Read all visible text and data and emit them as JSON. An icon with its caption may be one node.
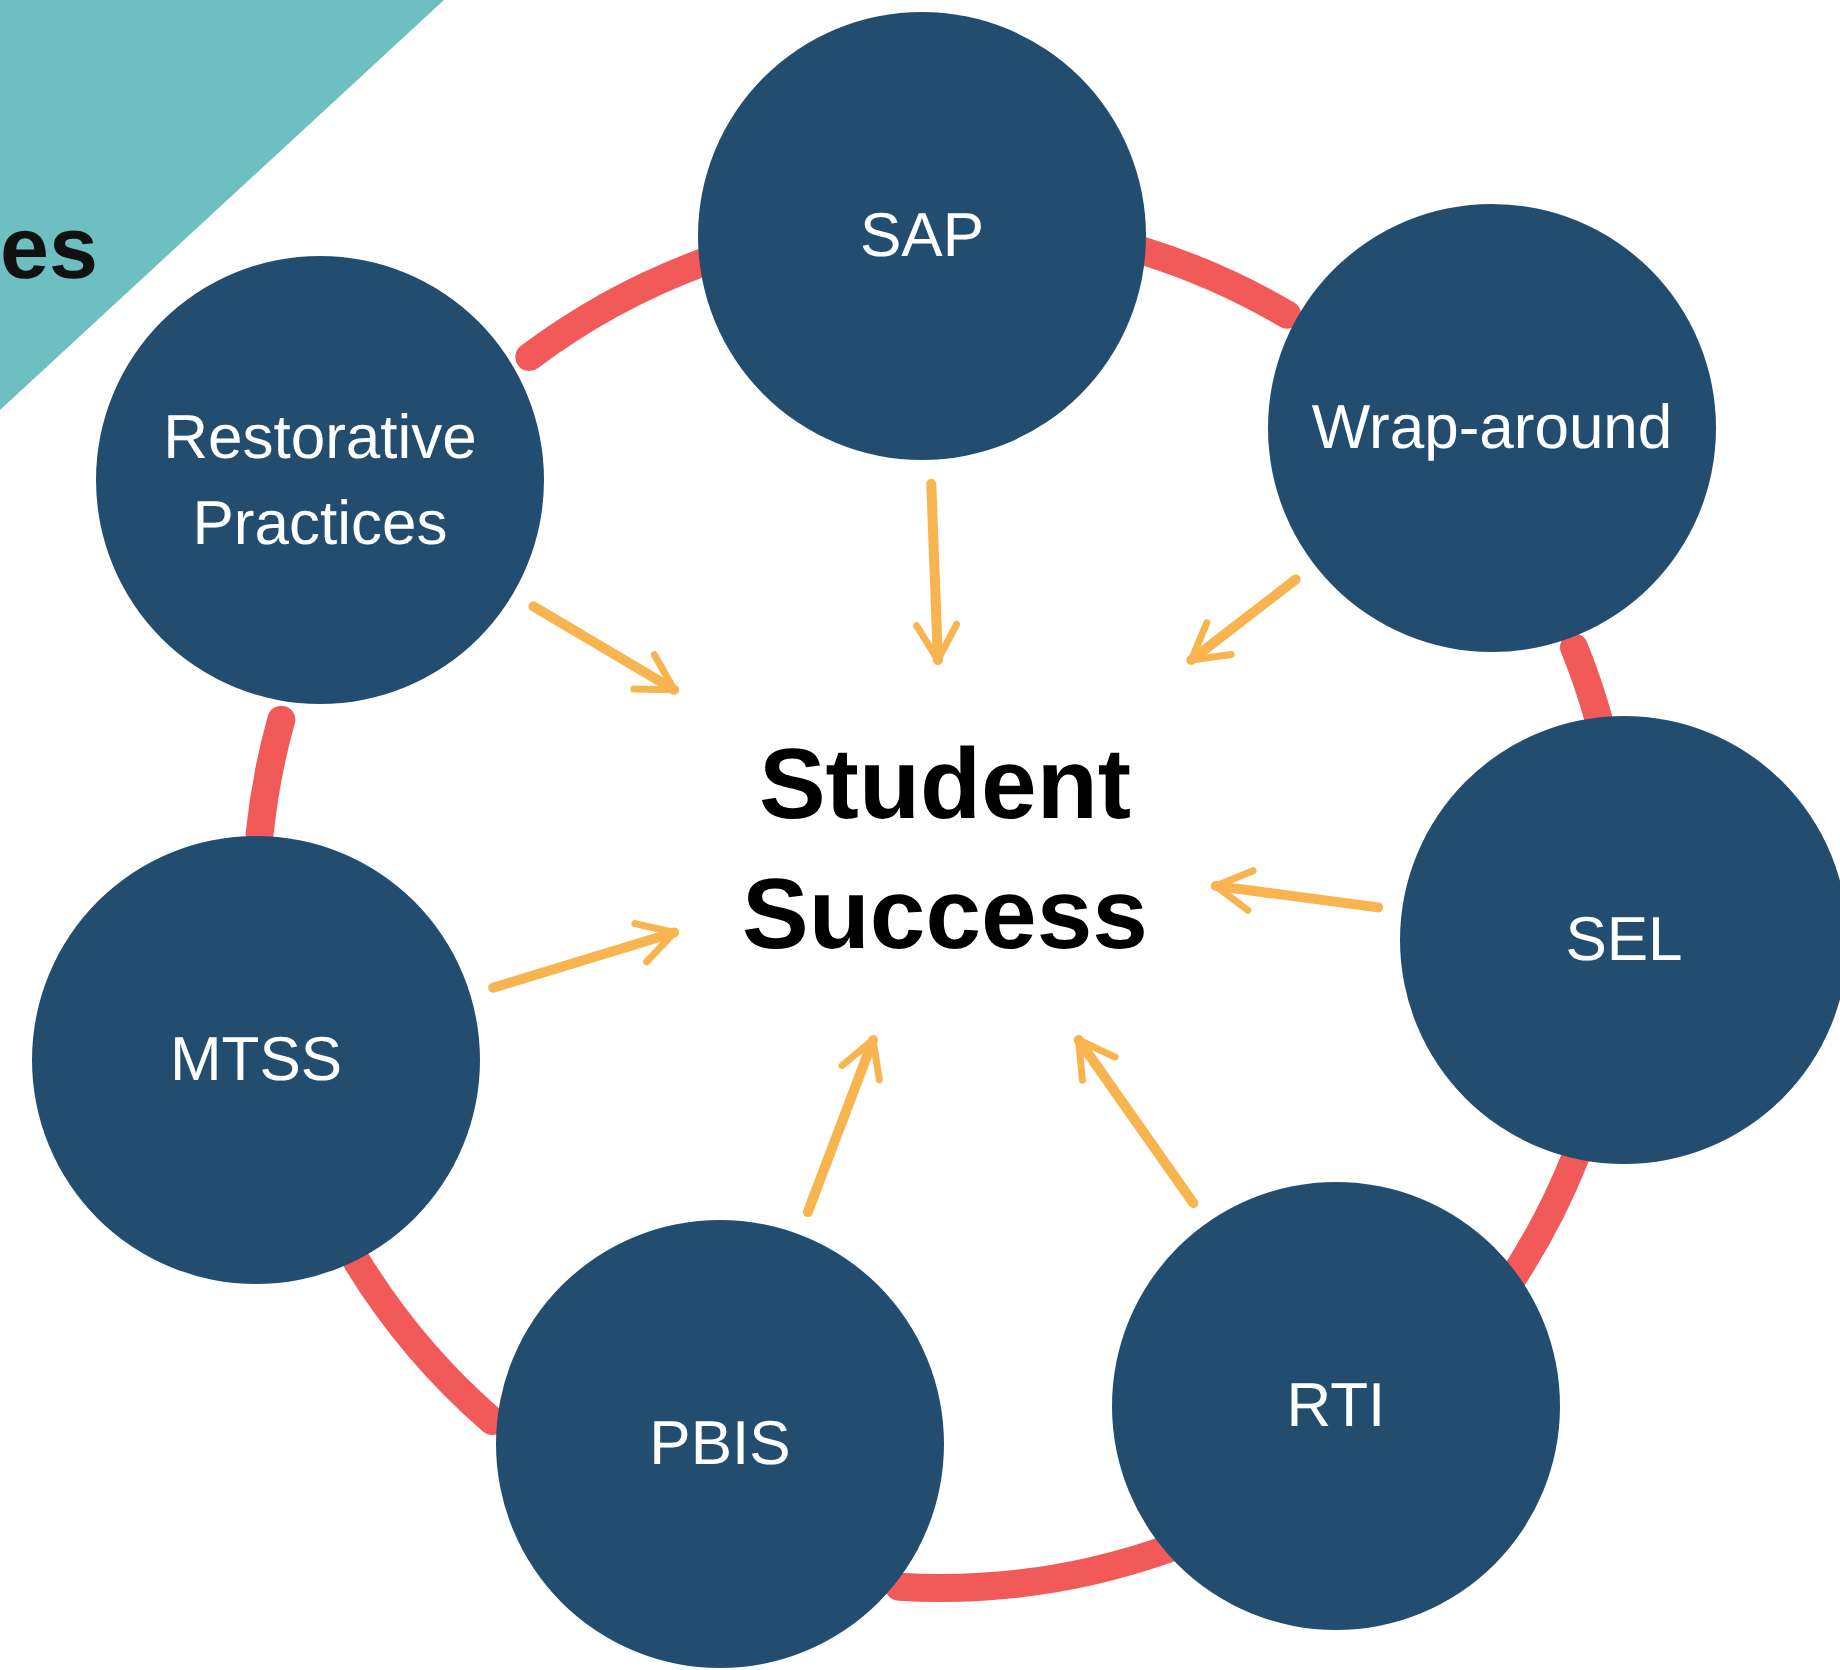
{
  "diagram": {
    "nodes": [
      {
        "text": [
          "SAP"
        ]
      },
      {
        "text": [
          "Restorative Practices"
        ]
      },
      {
        "text": [
          "Wrap-around"
        ]
      },
      {
        "text": [
          "Student Success"
        ]
      },
      {
        "text": [
          "SEL"
        ]
      },
      {
        "text": [
          "MTSS"
        ]
      },
      {
        "text": [
          "RTI"
        ]
      },
      {
        "text": [
          "PBIS"
        ]
      }
    ],
    "edges": [
      {
        "from": 0,
        "to": 2,
        "arrow": "none",
        "style": "thick",
        "color": "#f25a5a"
      },
      {
        "from": 2,
        "to": 4,
        "arrow": "none",
        "style": "thick",
        "color": "#f25a5a"
      },
      {
        "from": 4,
        "to": 6,
        "arrow": "none",
        "style": "thick",
        "color": "#f25a5a"
      },
      {
        "from": 6,
        "to": 7,
        "arrow": "none",
        "style": "thick",
        "color": "#f25a5a"
      },
      {
        "from": 7,
        "to": 5,
        "arrow": "none",
        "style": "thick",
        "color": "#f25a5a"
      },
      {
        "from": 5,
        "to": 1,
        "arrow": "none",
        "style": "thick",
        "color": "#f25a5a"
      },
      {
        "from": 1,
        "to": 0,
        "arrow": "none",
        "style": "thick",
        "color": "#f25a5a"
      },
      {
        "from": 0,
        "to": 3,
        "arrow": "to",
        "color": "#f8b44f"
      },
      {
        "from": 2,
        "to": 3,
        "arrow": "to",
        "color": "#f8b44f"
      },
      {
        "from": 4,
        "to": 3,
        "arrow": "to",
        "color": "#f8b44f"
      },
      {
        "from": 6,
        "to": 3,
        "arrow": "to",
        "color": "#f8b44f"
      },
      {
        "from": 7,
        "to": 3,
        "arrow": "to",
        "color": "#f8b44f"
      },
      {
        "from": 5,
        "to": 3,
        "arrow": "to",
        "color": "#f8b44f"
      },
      {
        "from": 1,
        "to": 3,
        "arrow": "to",
        "color": "#f8b44f"
      }
    ],
    "labels": [
      "es"
    ]
  }
}
